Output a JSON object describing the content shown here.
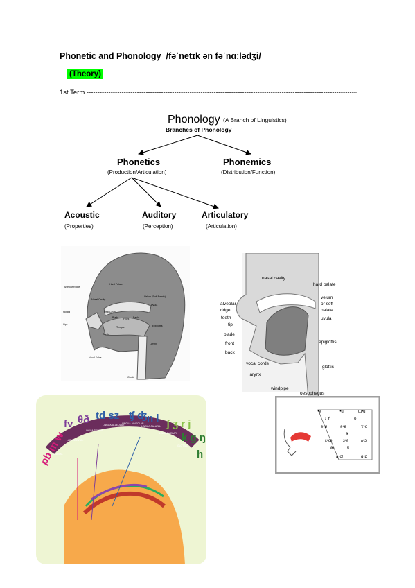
{
  "header": {
    "title_text": "Phonetic and Phonology",
    "title_ipa": "/fəˈnetɪk ən fəˈnɑːlədʒi/",
    "theory_label": "(Theory)",
    "term_label": "1st Term",
    "term_dashes": "------------------------------------------------------------------------------------------------------------------------------------"
  },
  "tree": {
    "root": "Phonology",
    "root_note": "(A Branch of Linguistics)",
    "branches_label": "Branches of Phonology",
    "left": {
      "label": "Phonetics",
      "note": "(Production/Articulation)"
    },
    "right": {
      "label": "Phonemics",
      "note": "(Distribution/Function)"
    },
    "children": [
      {
        "label": "Acoustic",
        "note": "(Properties)"
      },
      {
        "label": "Auditory",
        "note": "(Perception)"
      },
      {
        "label": "Articulatory",
        "note": "(Articulation)"
      }
    ]
  },
  "head_diagram": {
    "labels": [
      "Alveolar Ridge",
      "Hard Palate",
      "Nasal Cavity",
      "Velum (Soft Palate)",
      "Uvula",
      "Oral Cavity",
      "Nostril",
      "Lips",
      "Teeth",
      "Blade",
      "Front",
      "Back",
      "Tongue",
      "Epiglottis",
      "Larynx",
      "Vocal Folds",
      "Glottis"
    ]
  },
  "vocal_diagram": {
    "labels": [
      "nasal cavity",
      "hard palate",
      "velum",
      "or soft",
      "palate",
      "uvula",
      "alveolar",
      "ridge",
      "teeth",
      "tip",
      "blade",
      "front",
      "back",
      "epiglottis",
      "vocal cords",
      "glottis",
      "larynx",
      "windpipe",
      "oesophagus"
    ]
  },
  "consonant_chart": {
    "groups": [
      "pb m w",
      "fv",
      "θð",
      "td sz",
      "ʧ ʤ",
      "n l",
      "ʃ ʒ r j",
      "k g ŋ",
      "h"
    ],
    "segments": [
      "BILABIAL",
      "LABIO-DENTAL",
      "LINGUA-DENTAL",
      "LINGUA-ALVEOLAR",
      "LINGUA-ALVEOLAR",
      "LINGUA-PALATAL",
      "LINGUA-VELAR",
      "GLOTTAL"
    ]
  },
  "vowel_chart": {
    "rows": [
      [
        "i•y",
        "i•u",
        "ɯ•u"
      ],
      [
        "ɪ Y",
        "ʊ"
      ],
      [
        "e•ø",
        "ɘ•ɵ",
        "ɤ•o"
      ],
      [
        "ə"
      ],
      [
        "ɛ•œ",
        "ɜ•ɞ",
        "ʌ•ɔ"
      ],
      [
        "æ",
        "ɐ"
      ],
      [
        "a•ɶ",
        "ɑ•ɒ"
      ]
    ]
  }
}
